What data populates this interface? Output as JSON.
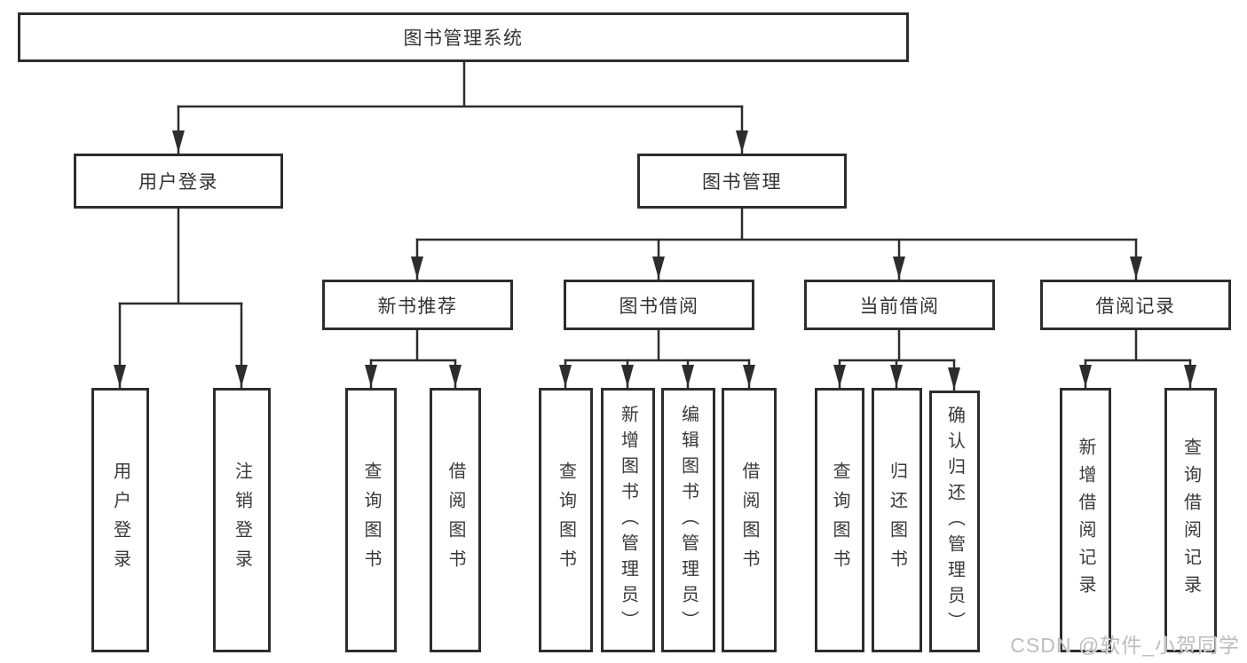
{
  "tree": {
    "label": "图书管理系统",
    "children": [
      {
        "label": "用户登录",
        "children": [
          {
            "label": "用户登录"
          },
          {
            "label": "注销登录"
          }
        ]
      },
      {
        "label": "图书管理",
        "children": [
          {
            "label": "新书推荐",
            "children": [
              {
                "label": "查询图书"
              },
              {
                "label": "借阅图书"
              }
            ]
          },
          {
            "label": "图书借阅",
            "children": [
              {
                "label": "查询图书"
              },
              {
                "label": "新增图书（管理员）"
              },
              {
                "label": "编辑图书（管理员）"
              },
              {
                "label": "借阅图书"
              }
            ]
          },
          {
            "label": "当前借阅",
            "children": [
              {
                "label": "查询图书"
              },
              {
                "label": "归还图书"
              },
              {
                "label": "确认归还（管理员）"
              }
            ]
          },
          {
            "label": "借阅记录",
            "children": [
              {
                "label": "新增借阅记录"
              },
              {
                "label": "查询借阅记录"
              }
            ]
          }
        ]
      }
    ]
  },
  "watermark": {
    "text": "CSDN @软件_小贺同学"
  },
  "colors": {
    "line": "#2d2d2d",
    "text": "#333333",
    "background": "#ffffff",
    "watermark": "#bbbbbb"
  }
}
